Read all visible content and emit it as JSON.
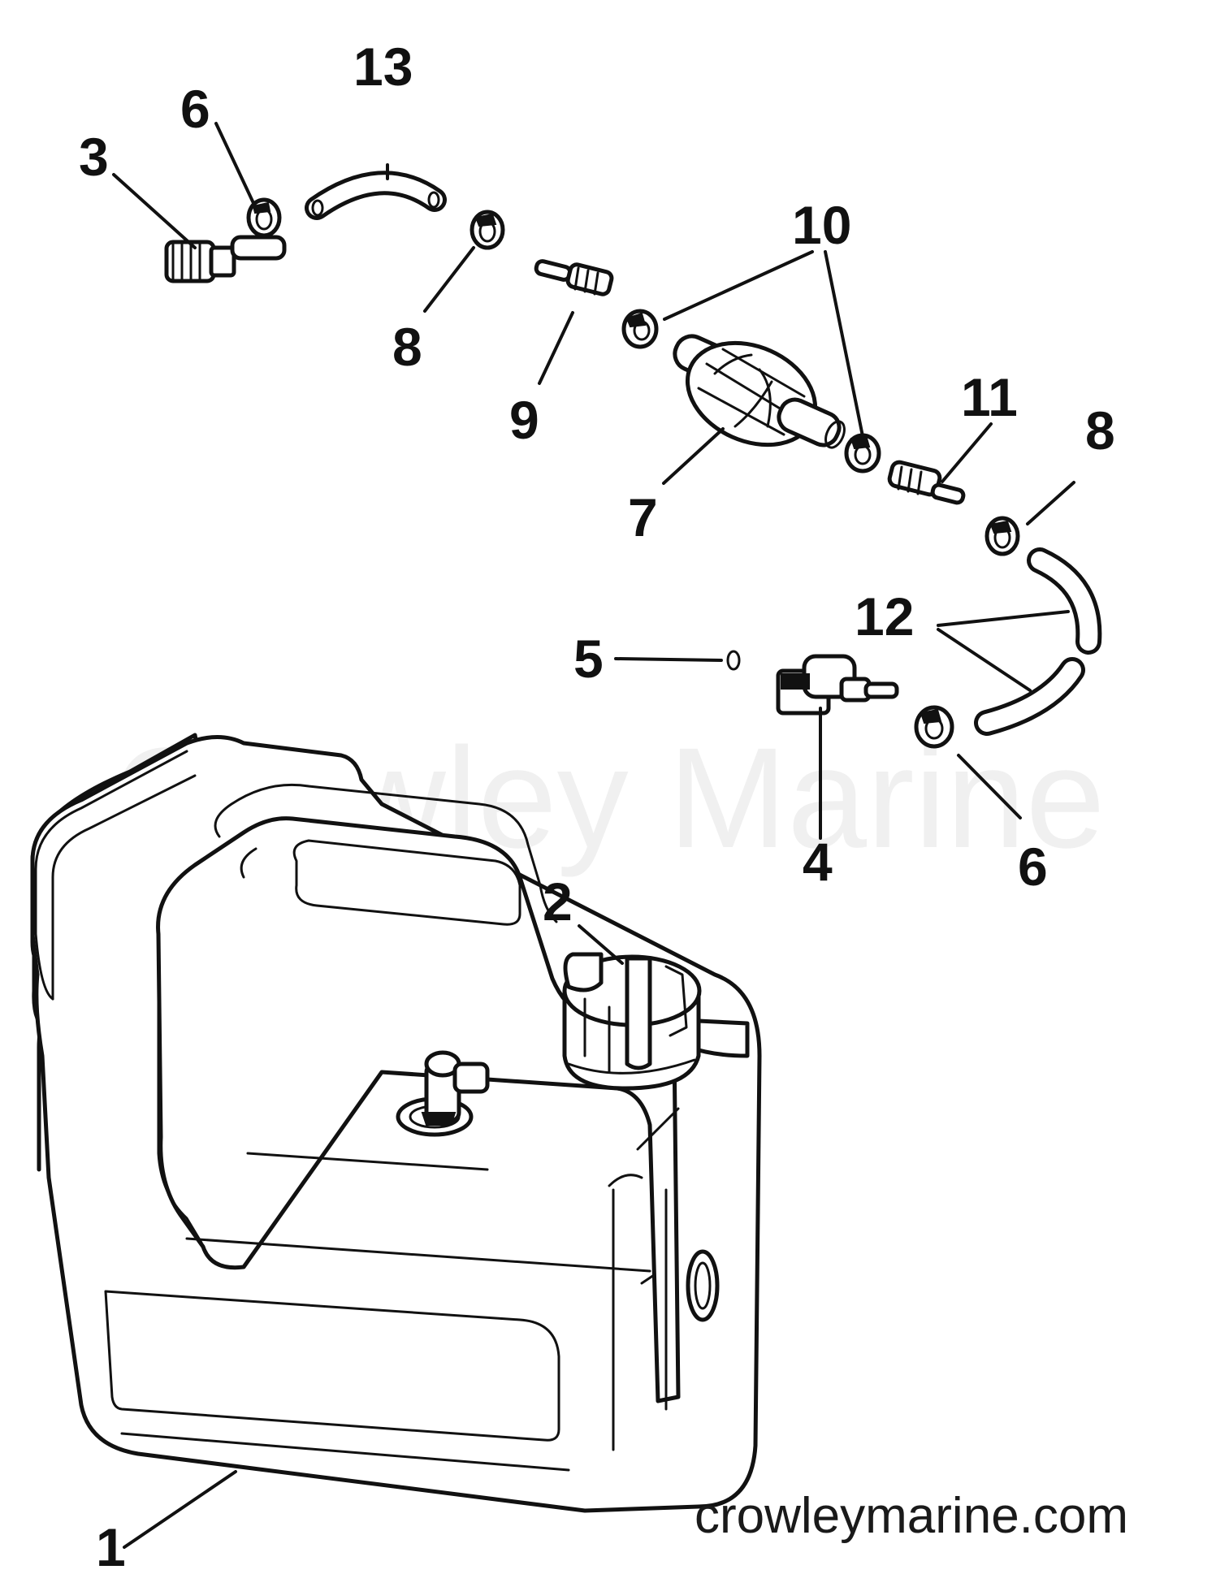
{
  "callouts": {
    "c1": "1",
    "c2": "2",
    "c3": "3",
    "c4": "4",
    "c5": "5",
    "c6a": "6",
    "c6b": "6",
    "c7": "7",
    "c8a": "8",
    "c8b": "8",
    "c9": "9",
    "c10": "10",
    "c11": "11",
    "c12": "12",
    "c13": "13"
  },
  "watermark": "Crowley Marine",
  "website": "crowleymarine.com"
}
